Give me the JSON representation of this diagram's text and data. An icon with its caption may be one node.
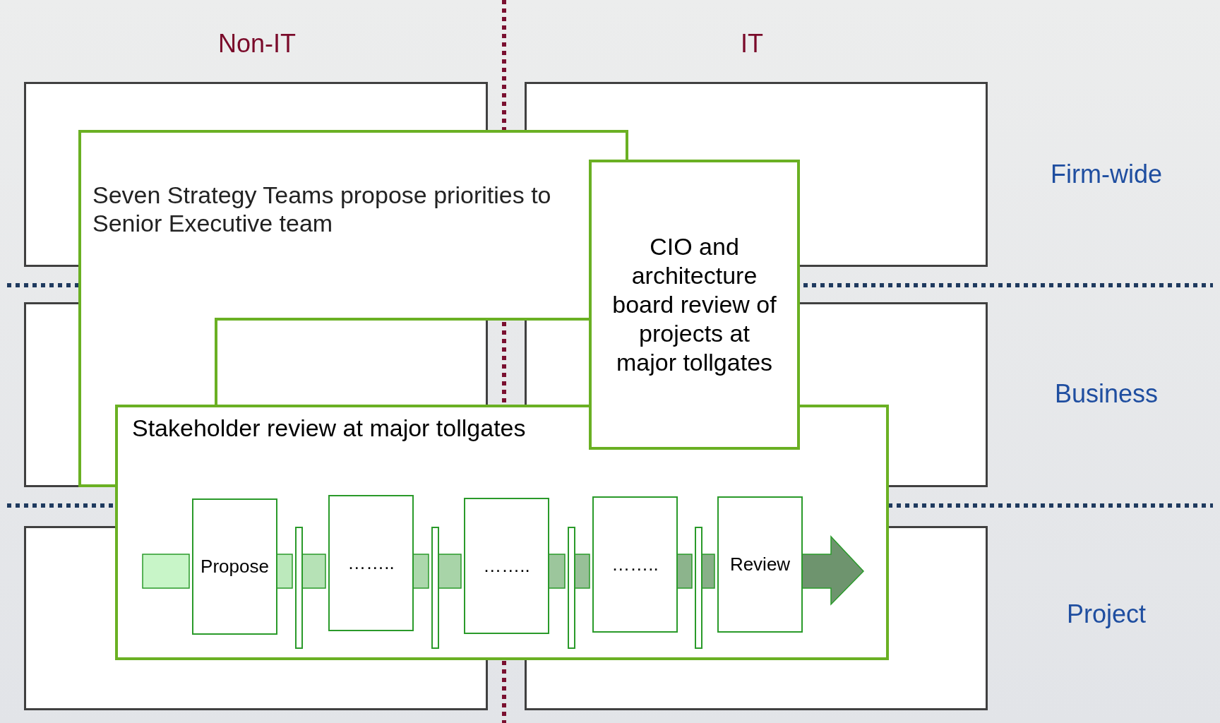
{
  "diagram": {
    "nodes": [
      {
        "text": [
          "Seven Strategy Teams propose priorities to Senior Executive team"
        ]
      },
      {
        "text": [
          "CIO and architecture board review of projects at major tollgates"
        ]
      },
      {
        "text": [
          "Stakeholder review at major tollgates"
        ]
      },
      {
        "text": [
          "Propose"
        ],
        "in": 2
      },
      {
        "text": [],
        "shape": "bar",
        "in": 2
      },
      {
        "text": [
          "…….."
        ],
        "in": 2
      },
      {
        "text": [],
        "shape": "bar",
        "in": 2
      },
      {
        "text": [
          "…….."
        ],
        "in": 2
      },
      {
        "text": [],
        "shape": "bar",
        "in": 2
      },
      {
        "text": [
          "…….."
        ],
        "in": 2
      },
      {
        "text": [],
        "shape": "bar",
        "in": 2
      },
      {
        "text": [
          "Review"
        ],
        "in": 2
      }
    ],
    "edges": [
      {
        "from": null,
        "to": 3,
        "arrow": "none",
        "color": "#c8f5c8"
      },
      {
        "from": 3,
        "to": 4,
        "arrow": "none",
        "color": "#bce9bc"
      },
      {
        "from": 4,
        "to": 5,
        "arrow": "none",
        "color": "#b6e2b6"
      },
      {
        "from": 5,
        "to": 6,
        "arrow": "none",
        "color": "#acd8ac"
      },
      {
        "from": 6,
        "to": 7,
        "arrow": "none",
        "color": "#a8d4a8"
      },
      {
        "from": 7,
        "to": 8,
        "arrow": "none",
        "color": "#9cc69c"
      },
      {
        "from": 8,
        "to": 9,
        "arrow": "none",
        "color": "#98c098"
      },
      {
        "from": 9,
        "to": 10,
        "arrow": "none",
        "color": "#8cb48c"
      },
      {
        "from": 10,
        "to": 11,
        "arrow": "none",
        "color": "#88b088"
      },
      {
        "from": 11,
        "to": null,
        "arrow": "to",
        "color": "#6e946e"
      }
    ],
    "labels": [
      "Non-IT",
      "IT",
      "Firm-wide",
      "Business",
      "Project"
    ]
  }
}
